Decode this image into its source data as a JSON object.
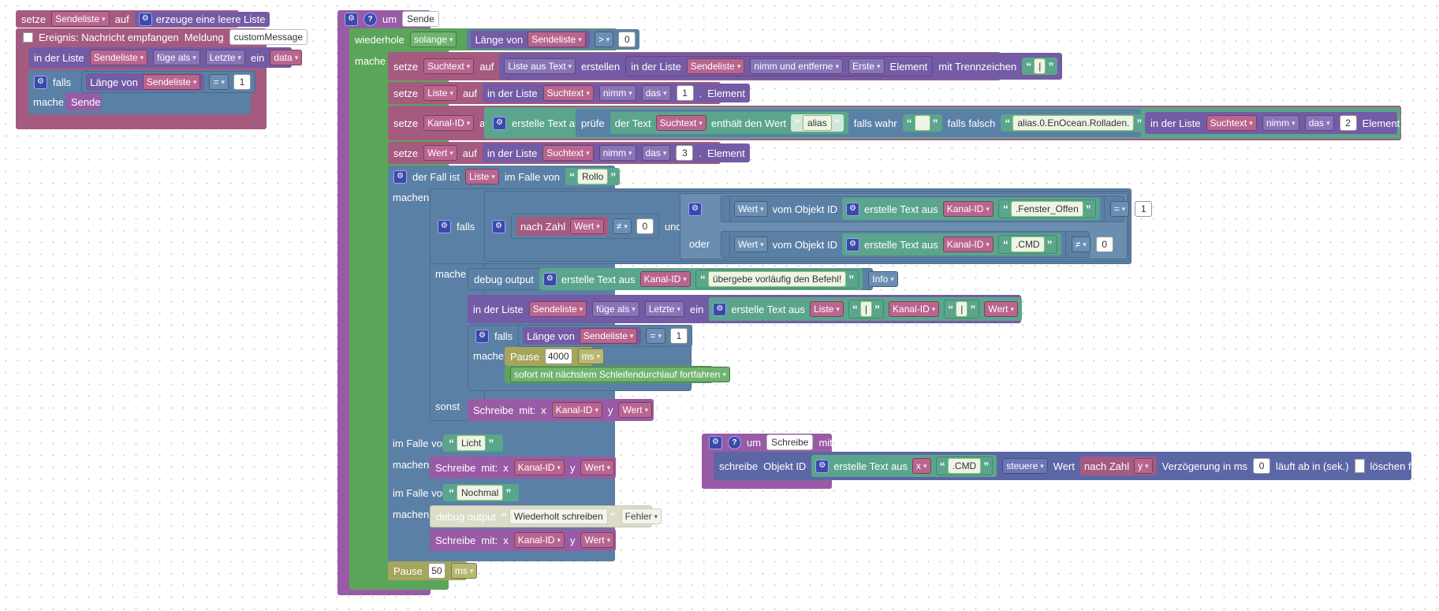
{
  "top_left": {
    "set_label": "setze",
    "var_sendeliste": "Sendeliste",
    "auf": "auf",
    "create_empty_list": "erzeuge eine leere Liste",
    "event_label": "Ereignis: Nachricht empfangen",
    "meldung": "Meldung",
    "meldung_value": "customMessage",
    "in_der_liste": "in der Liste",
    "fuege_als": "füge als",
    "letzte": "Letzte",
    "ein": "ein",
    "data": "data",
    "falls": "falls",
    "laenge_von": "Länge von",
    "eq": "=",
    "one": "1",
    "mache": "mache",
    "sende": "Sende"
  },
  "func_sende": {
    "um": "um",
    "name": "Sende",
    "wiederhole": "wiederhole",
    "solange": "solange",
    "laenge_von": "Länge von",
    "sendeliste": "Sendeliste",
    "gt": ">",
    "zero": "0",
    "mache": "mache",
    "row1": {
      "setze": "setze",
      "var": "Suchtext",
      "auf": "auf",
      "list_to_text": "Liste aus Text",
      "erstellen": "erstellen",
      "in_der_liste": "in der Liste",
      "sendeliste": "Sendeliste",
      "nimm_entferne": "nimm und entferne",
      "erste": "Erste",
      "element": "Element",
      "mit_trennzeichen": "mit Trennzeichen",
      "sep": "|"
    },
    "row2": {
      "setze": "setze",
      "var": "Liste",
      "auf": "auf",
      "in_der_liste": "in der Liste",
      "src": "Suchtext",
      "nimm": "nimm",
      "das": "das",
      "idx": "1",
      "dot": ".",
      "element": "Element"
    },
    "row3": {
      "setze": "setze",
      "var": "Kanal-ID",
      "auf": "auf",
      "erstelle_text_aus": "erstelle Text aus",
      "pruefe": "prüfe",
      "der_text": "der Text",
      "suchtext": "Suchtext",
      "enthaelt": "enthält den Wert",
      "alias": "alias",
      "falls_wahr": "falls wahr",
      "falls_falsch": "falls falsch",
      "alias_path": "alias.0.EnOcean.Rolladen.",
      "in_der_liste": "in der Liste",
      "nimm": "nimm",
      "das": "das",
      "idx": "2",
      "element": "Element"
    },
    "row4": {
      "setze": "setze",
      "var": "Wert",
      "auf": "auf",
      "in_der_liste": "in der Liste",
      "src": "Suchtext",
      "nimm": "nimm",
      "das": "das",
      "idx": "3",
      "dot": ".",
      "element": "Element"
    },
    "switch": {
      "der_fall_ist": "der Fall ist",
      "liste": "Liste",
      "im_falle_von": "im Falle von",
      "rollo": "Rollo",
      "machen": "machen",
      "falls": "falls",
      "nach_zahl": "nach Zahl",
      "wert": "Wert",
      "neq": "≠",
      "zero": "0",
      "und": "und",
      "oder_label": "oder",
      "oder": "oder",
      "vom_objekt_id": "vom Objekt ID",
      "erstelle_text_aus": "erstelle Text aus",
      "kanal_id": "Kanal-ID",
      "fenster_offen": ".Fenster_Offen",
      "eq": "=",
      "one": "1",
      "cmd": ".CMD",
      "mache": "mache",
      "debug_output": "debug output",
      "uebergebe": "übergebe vorläufig den Befehl!",
      "info": "Info",
      "in_der_liste": "in der Liste",
      "sendeliste": "Sendeliste",
      "fuege_als": "füge als",
      "letzte": "Letzte",
      "ein": "ein",
      "sep": "|",
      "falls2": "falls",
      "laenge_von": "Länge von",
      "pause": "Pause",
      "ms_val": "4000",
      "ms": "ms",
      "continue": "sofort mit nächstem Schleifendurchlauf fortfahren",
      "sonst": "sonst",
      "schreibe": "Schreibe",
      "mit": "mit:",
      "x": "x",
      "y": "y",
      "licht": "Licht",
      "nochmal": "Nochmal",
      "wiederholt": "Wiederholt schreiben",
      "fehler": "Fehler"
    },
    "pause": {
      "label": "Pause",
      "value": "50",
      "unit": "ms"
    }
  },
  "func_schreibe": {
    "um": "um",
    "name": "Schreibe",
    "params": "mit: x, y",
    "schreibe": "schreibe",
    "objekt_id": "Objekt ID",
    "erstelle_text_aus": "erstelle Text aus",
    "x": "x",
    "cmd": ".CMD",
    "steuere": "steuere",
    "wert": "Wert",
    "nach_zahl": "nach Zahl",
    "y": "y",
    "verz": "Verzögerung in ms",
    "zero": "0",
    "laeuft": "läuft ab in (sek.)",
    "loeschen": "löschen falls läuft"
  },
  "colors": {
    "variables": "#a55b80",
    "lists": "#745ba5",
    "loops": "#5ba55b",
    "logic": "#5b80a5",
    "text": "#5ba58c",
    "functions": "#995ba5",
    "timer": "#a5a55b"
  }
}
